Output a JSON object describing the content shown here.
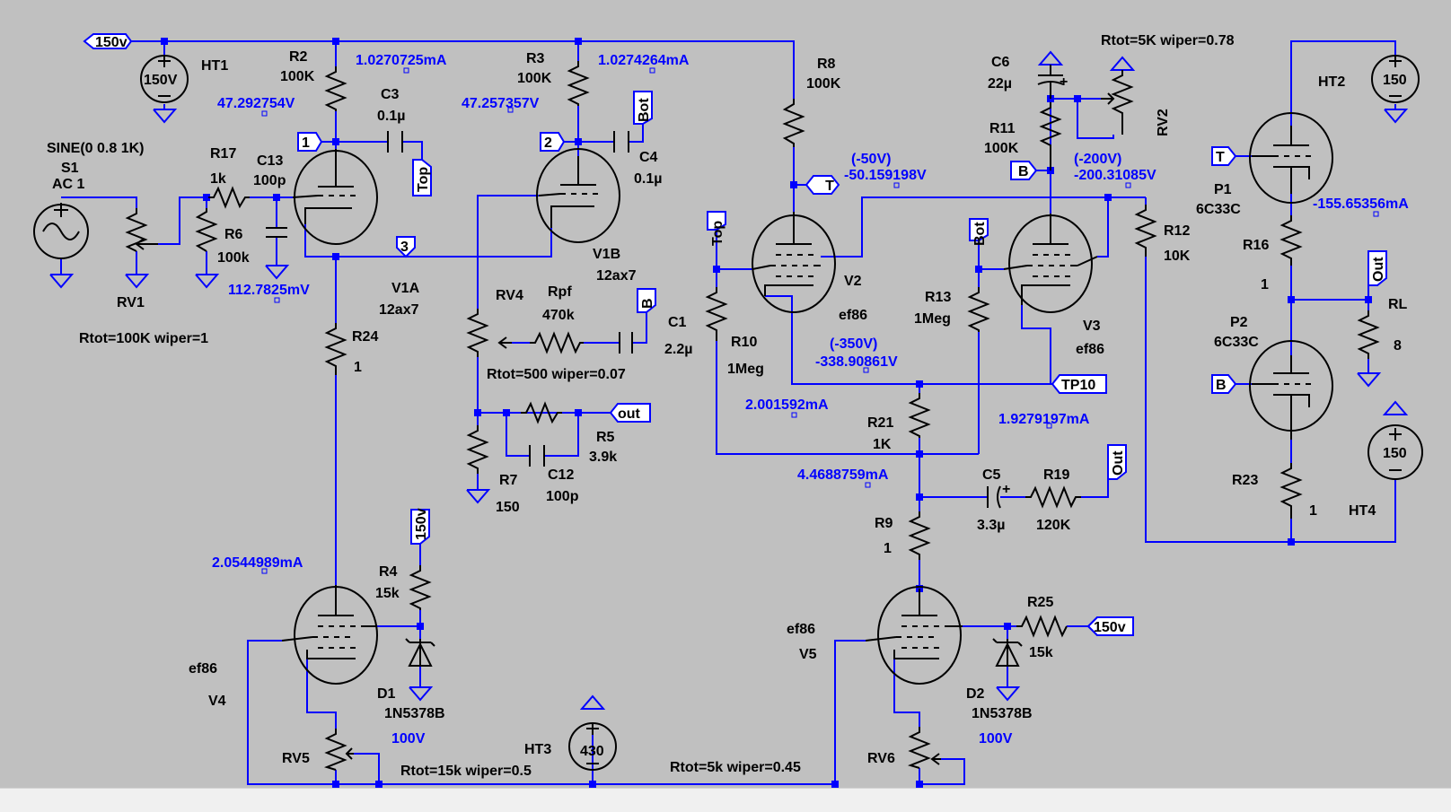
{
  "colors": {
    "wire": "#0000ff",
    "component": "#000000",
    "label": "#000000",
    "probe": "#0000ff",
    "background": "#c0c0c0"
  },
  "flags": {
    "top_net": "150v",
    "top_r4": "150v",
    "right_r25": "150v",
    "n1": "1",
    "n2": "2",
    "n3": "3",
    "top_c3": "Top",
    "top_v2": "Top",
    "bot_c4": "Bot",
    "bot_v3": "Bot",
    "b_c1": "B",
    "b_r11": "B",
    "b_p2": "B",
    "t_r8": "T",
    "t_p1": "T",
    "out_r5": "out",
    "out_c5": "Out",
    "out_rl": "Out",
    "tp10": "TP10"
  },
  "sources": {
    "ht1": {
      "name": "HT1",
      "value": "150V"
    },
    "ht2": {
      "name": "HT2",
      "value": "150"
    },
    "ht3": {
      "name": "HT3",
      "value": "430"
    },
    "ht4": {
      "name": "HT4",
      "value": "150"
    },
    "s1": {
      "name": "S1",
      "spec": "SINE(0 0.8 1K)",
      "ac": "AC 1"
    }
  },
  "resistors": {
    "r2": {
      "name": "R2",
      "value": "100K"
    },
    "r3": {
      "name": "R3",
      "value": "100K"
    },
    "r8": {
      "name": "R8",
      "value": "100K"
    },
    "r11": {
      "name": "R11",
      "value": "100K"
    },
    "r17": {
      "name": "R17",
      "value": "1k"
    },
    "r6": {
      "name": "R6",
      "value": "100k"
    },
    "r24": {
      "name": "R24",
      "value": "1"
    },
    "r4": {
      "name": "R4",
      "value": "15k"
    },
    "rpf": {
      "name": "Rpf",
      "value": "470k"
    },
    "r5": {
      "name": "R5",
      "value": "3.9k"
    },
    "r7": {
      "name": "R7",
      "value": "150"
    },
    "r10": {
      "name": "R10",
      "value": "1Meg"
    },
    "r13": {
      "name": "R13",
      "value": "1Meg"
    },
    "r21": {
      "name": "R21",
      "value": "1K"
    },
    "r9": {
      "name": "R9",
      "value": "1"
    },
    "r19": {
      "name": "R19",
      "value": "120K"
    },
    "r25": {
      "name": "R25",
      "value": "15k"
    },
    "r12": {
      "name": "R12",
      "value": "10K"
    },
    "r16": {
      "name": "R16",
      "value": "1"
    },
    "r23": {
      "name": "R23",
      "value": "1"
    },
    "rl": {
      "name": "RL",
      "value": "8"
    }
  },
  "pots": {
    "rv1": {
      "name": "RV1",
      "spec": "Rtot=100K wiper=1"
    },
    "rv2": {
      "name": "RV2",
      "spec": "Rtot=5K wiper=0.78"
    },
    "rv4": {
      "name": "RV4",
      "spec": "Rtot=500 wiper=0.07"
    },
    "rv5": {
      "name": "RV5",
      "spec": "Rtot=15k wiper=0.5"
    },
    "rv6": {
      "name": "RV6",
      "spec": "Rtot=5k wiper=0.45"
    }
  },
  "capacitors": {
    "c3": {
      "name": "C3",
      "value": "0.1µ"
    },
    "c4": {
      "name": "C4",
      "value": "0.1µ"
    },
    "c13": {
      "name": "C13",
      "value": "100p"
    },
    "c1": {
      "name": "C1",
      "value": "2.2µ"
    },
    "c12": {
      "name": "C12",
      "value": "100p"
    },
    "c6": {
      "name": "C6",
      "value": "22µ"
    },
    "c5": {
      "name": "C5",
      "value": "3.3µ"
    }
  },
  "diodes": {
    "d1": {
      "name": "D1",
      "model": "1N5378B",
      "voltage": "100V"
    },
    "d2": {
      "name": "D2",
      "model": "1N5378B",
      "voltage": "100V"
    }
  },
  "tubes": {
    "v1a": {
      "name": "V1A",
      "model": "12ax7"
    },
    "v1b": {
      "name": "V1B",
      "model": "12ax7"
    },
    "v2": {
      "name": "V2",
      "model": "ef86"
    },
    "v3": {
      "name": "V3",
      "model": "ef86"
    },
    "v4": {
      "name": "V4",
      "model": "ef86"
    },
    "v5": {
      "name": "V5",
      "model": "ef86"
    },
    "p1": {
      "name": "P1",
      "model": "6C33C"
    },
    "p2": {
      "name": "P2",
      "model": "6C33C"
    }
  },
  "probes": {
    "i_r2": "1.0270725mA",
    "v_v1a_plate": "47.292754V",
    "i_r3": "1.0274264mA",
    "v_v1b_plate": "47.257357V",
    "v_v1a_grid": "112.7825mV",
    "i_v4": "2.0544989mA",
    "v2_target": "(-50V)",
    "v2_sim": "-50.159198V",
    "v3_target": "(-200V)",
    "v3_sim": "-200.31085V",
    "tail_target": "(-350V)",
    "tail_sim": "-338.90861V",
    "i_v2": "2.001592mA",
    "i_v3": "1.9279197mA",
    "i_tail": "4.4688759mA",
    "i_p1": "-155.65356mA"
  }
}
